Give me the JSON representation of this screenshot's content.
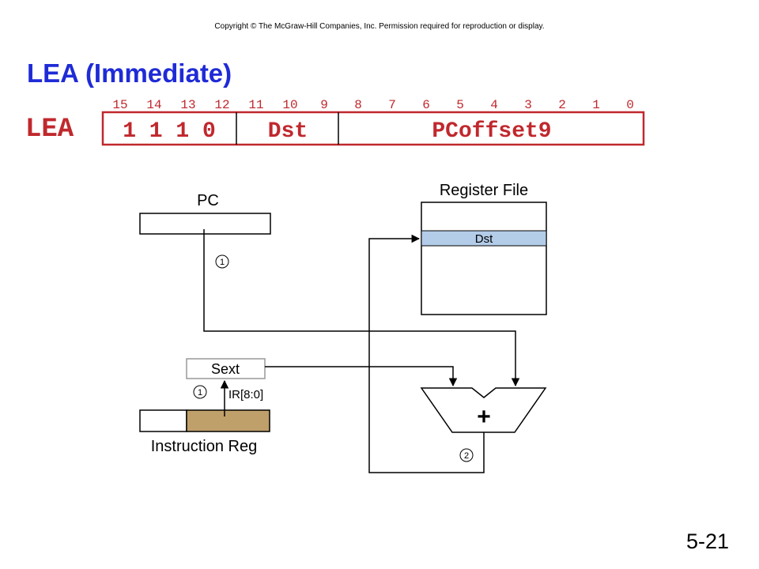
{
  "copyright": "Copyright © The McGraw-Hill Companies, Inc. Permission required for reproduction or display.",
  "title": "LEA (Immediate)",
  "page_number": "5-21",
  "encoding": {
    "mnemonic": "LEA",
    "bit_numbers": [
      "15",
      "14",
      "13",
      "12",
      "11",
      "10",
      "9",
      "8",
      "7",
      "6",
      "5",
      "4",
      "3",
      "2",
      "1",
      "0"
    ],
    "opcode": "1 1 1 0",
    "dst": "Dst",
    "offset": "PCoffset9",
    "color": "#c0282d"
  },
  "diagram": {
    "pc_label": "PC",
    "register_file_label": "Register File",
    "dst_register_label": "Dst",
    "dst_highlight_color": "#b3cce8",
    "sext_label": "Sext",
    "ir_field_label": "IR[8:0]",
    "instruction_reg_label": "Instruction Reg",
    "ir_field_color": "#bf9f6a",
    "adder_symbol": "+",
    "step_1": "1",
    "step_1b": "1",
    "step_2": "2"
  }
}
